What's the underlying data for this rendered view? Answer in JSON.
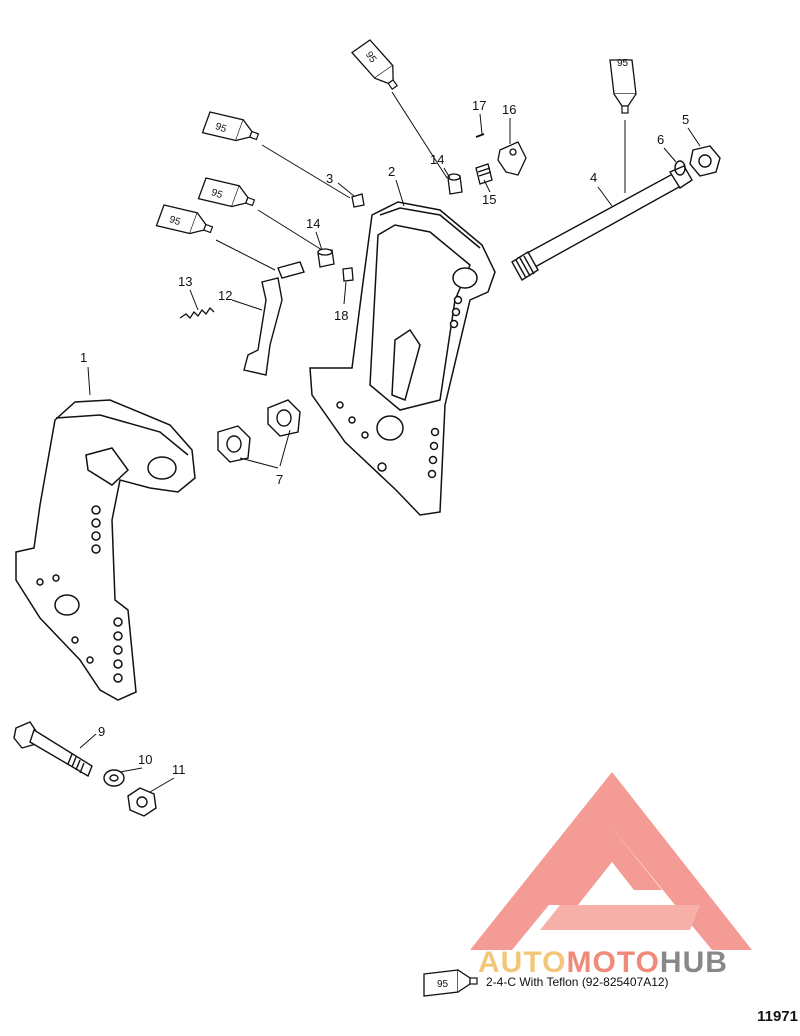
{
  "diagram": {
    "callouts": [
      "1",
      "2",
      "3",
      "4",
      "5",
      "6",
      "7",
      "9",
      "10",
      "11",
      "12",
      "13",
      "14",
      "14",
      "15",
      "16",
      "17",
      "18"
    ],
    "tube_label": "95",
    "legend": {
      "tube_label": "95",
      "text": "2-4-C  With Teflon (92-825407A12)"
    },
    "figure_number": "11971"
  },
  "watermark": {
    "part1": "AUTO",
    "part2": "MOTO",
    "part3": "HUB"
  },
  "colors": {
    "line": "#111111",
    "watermark_red": "#f28a82",
    "watermark_gray": "#888888"
  }
}
